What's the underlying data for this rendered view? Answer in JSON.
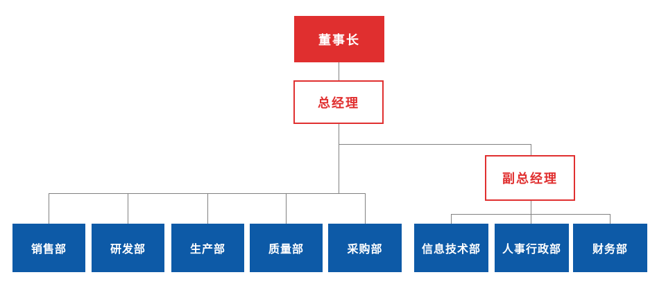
{
  "colors": {
    "accent_red": "#e02f2f",
    "department_blue": "#0d5aa7",
    "connector_gray": "#808080"
  },
  "org_chart": {
    "type": "org-tree",
    "root": {
      "label": "董事长"
    },
    "general_manager": {
      "label": "总经理"
    },
    "deputy_general_manager": {
      "label": "副总经理"
    },
    "gm_departments": [
      {
        "label": "销售部"
      },
      {
        "label": "研发部"
      },
      {
        "label": "生产部"
      },
      {
        "label": "质量部"
      },
      {
        "label": "采购部"
      }
    ],
    "deputy_departments": [
      {
        "label": "信息技术部"
      },
      {
        "label": "人事行政部"
      },
      {
        "label": "财务部"
      }
    ]
  }
}
